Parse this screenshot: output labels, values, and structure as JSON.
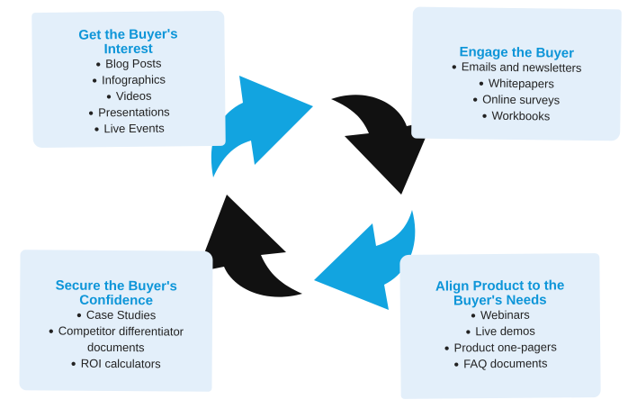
{
  "colors": {
    "accent": "#0d95d8",
    "card_background": "#e3effa",
    "arrow_blue": "#12a4e0",
    "arrow_black": "#111111"
  },
  "cards": {
    "get_interest": {
      "title_line1": "Get the Buyer's",
      "title_line2": "Interest",
      "items": [
        "Blog Posts",
        "Infographics",
        "Videos",
        "Presentations",
        "Live Events"
      ]
    },
    "engage": {
      "title": "Engage the Buyer",
      "items": [
        "Emails and newsletters",
        "Whitepapers",
        "Online surveys",
        "Workbooks"
      ]
    },
    "secure": {
      "title_line1": "Secure the Buyer's",
      "title_line2": "Confidence",
      "items": [
        "Case Studies",
        "Competitor differentiator",
        "documents",
        "ROI calculators"
      ]
    },
    "align": {
      "title_line1": "Align Product to the",
      "title_line2": "Buyer's Needs",
      "items": [
        "Webinars",
        "Live demos",
        "Product one-pagers",
        "FAQ documents"
      ]
    }
  }
}
